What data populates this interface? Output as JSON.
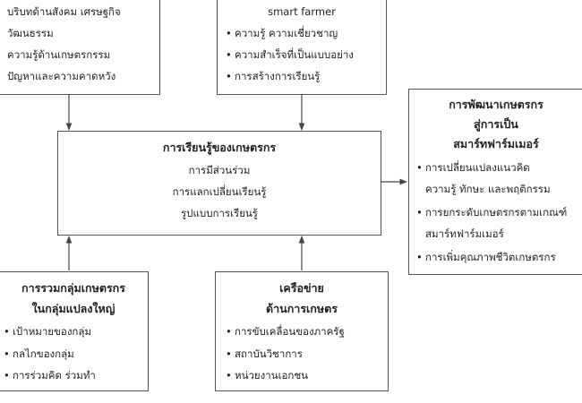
{
  "top_left": {
    "lines": [
      "บริบทด้านสังคม เศรษฐกิจ",
      "วัฒนธรรม",
      "ความรู้ด้านเกษตรกรรม",
      "ปัญหาและความคาดหวัง"
    ]
  },
  "top_center": {
    "title": "smart farmer",
    "items": [
      "ความรู้ ความเชี่ยวชาญ",
      "ความสำเร็จที่เป็นแบบอย่าง",
      "การสร้างการเรียนรู้"
    ]
  },
  "center": {
    "title": "การเรียนรู้ของเกษตรกร",
    "items": [
      "การมีส่วนร่วม",
      "การแลกเปลี่ยนเรียนรู้",
      "รูปแบบการเรียนรู้"
    ]
  },
  "right": {
    "title_lines": [
      "การพัฒนาเกษตรกร",
      "สู่การเป็น",
      "สมาร์ทฟาร์มเมอร์"
    ],
    "items": [
      "การเปลี่ยนแปลงแนวคิด",
      "ความรู้ ทักษะ และพฤติกรรม",
      "การยกระดับเกษตรกรตามเกณฑ์",
      "สมาร์ทฟาร์มเมอร์",
      "การเพิ่มคุณภาพชีวิตเกษตรกร"
    ]
  },
  "bottom_left": {
    "title_lines": [
      "การรวมกลุ่มเกษตรกร",
      "ในกลุ่มแปลงใหญ่"
    ],
    "items": [
      "เป้าหมายของกลุ่ม",
      "กลไกของกลุ่ม",
      "การร่วมคิด ร่วมทำ"
    ]
  },
  "bottom_center": {
    "title_lines": [
      "เครือข่าย",
      "ด้านการเกษตร"
    ],
    "items": [
      "การขับเคลื่อนของภาครัฐ",
      "สถาบันวิชาการ",
      "หน่วยงานเอกชน"
    ]
  },
  "colors": {
    "border": "#555555",
    "text": "#222222",
    "arrow": "#444444"
  }
}
